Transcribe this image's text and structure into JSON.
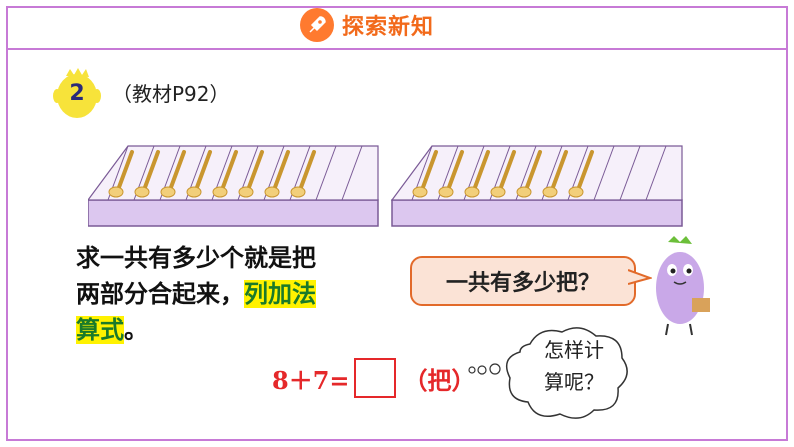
{
  "header": {
    "title": "探索新知",
    "icon": "rocket-icon",
    "title_color": "#f26a1b",
    "border_color": "#c77ad6"
  },
  "problem": {
    "number": "2",
    "reference": "（教材P92）"
  },
  "trays": {
    "tray_count": 2,
    "slots_per_tray": 10,
    "filled": [
      8,
      7
    ]
  },
  "explanation": {
    "line1": "求一共有多少个就是把",
    "line2_prefix": "两部分合起来，",
    "line2_highlight": "列加法",
    "line3_highlight": "算式",
    "line3_suffix": "。"
  },
  "speech_bubble": {
    "text": "一共有多少把？"
  },
  "equation": {
    "expression": "8＋7=",
    "answer": "",
    "unit": "（把）"
  },
  "thought_bubble": {
    "line1": "怎样计",
    "line2": "算呢？"
  }
}
